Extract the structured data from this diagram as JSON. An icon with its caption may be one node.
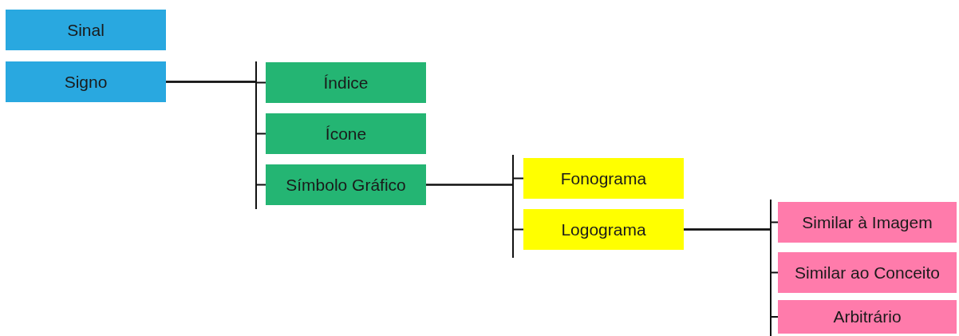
{
  "diagram": {
    "nodes": [
      {
        "text": [
          "Sinal"
        ]
      },
      {
        "text": [
          "Signo"
        ]
      },
      {
        "text": [
          "Índice"
        ]
      },
      {
        "text": [
          "Ícone"
        ]
      },
      {
        "text": [
          "Símbolo Gráfico"
        ]
      },
      {
        "text": [
          "Fonograma"
        ]
      },
      {
        "text": [
          "Logograma"
        ]
      },
      {
        "text": [
          "Similar à Imagem"
        ]
      },
      {
        "text": [
          "Similar ao Conceito"
        ]
      },
      {
        "text": [
          "Arbitrário"
        ]
      }
    ],
    "edges": [
      {
        "from": 1,
        "to": 2,
        "arrow": "none"
      },
      {
        "from": 1,
        "to": 3,
        "arrow": "none"
      },
      {
        "from": 1,
        "to": 4,
        "arrow": "none"
      },
      {
        "from": 4,
        "to": 5,
        "arrow": "none"
      },
      {
        "from": 4,
        "to": 6,
        "arrow": "none"
      },
      {
        "from": 6,
        "to": 7,
        "arrow": "none"
      },
      {
        "from": 6,
        "to": 8,
        "arrow": "none"
      },
      {
        "from": 6,
        "to": 9,
        "arrow": "none"
      }
    ]
  }
}
